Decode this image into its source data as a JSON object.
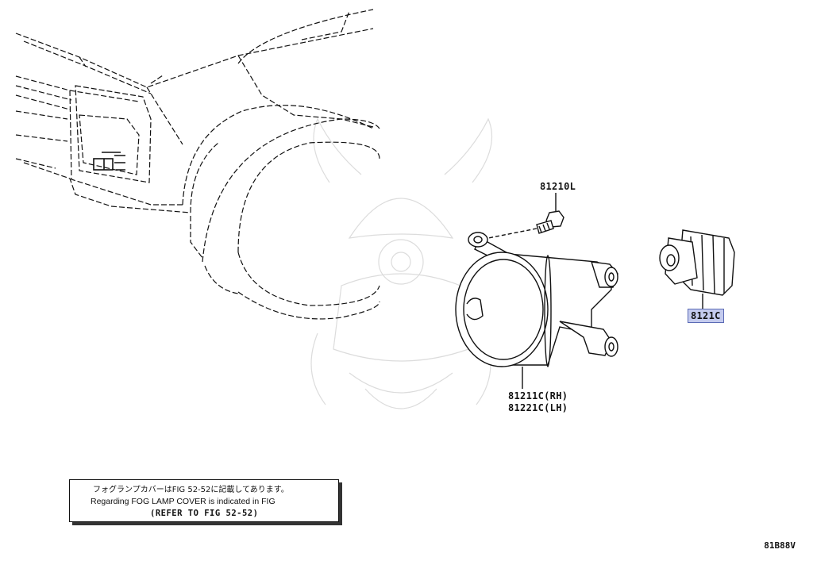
{
  "parts": {
    "bolt": "81210L",
    "bulb": "8121C",
    "lamp_rh": "81211C(RH)",
    "lamp_lh": "81221C(LH)"
  },
  "note": {
    "jp": "フォグランプカバーはFIG 52-52に記載してあります。",
    "en": "Regarding FOG LAMP COVER is indicated in FIG",
    "ref": "(REFER TO FIG 52-52)"
  },
  "figure_code": "81B88V",
  "colors": {
    "line": "#111111",
    "highlight_fill": "#c4cbee",
    "highlight_border": "#5b6ab5",
    "watermark": "#dcdcdc"
  }
}
